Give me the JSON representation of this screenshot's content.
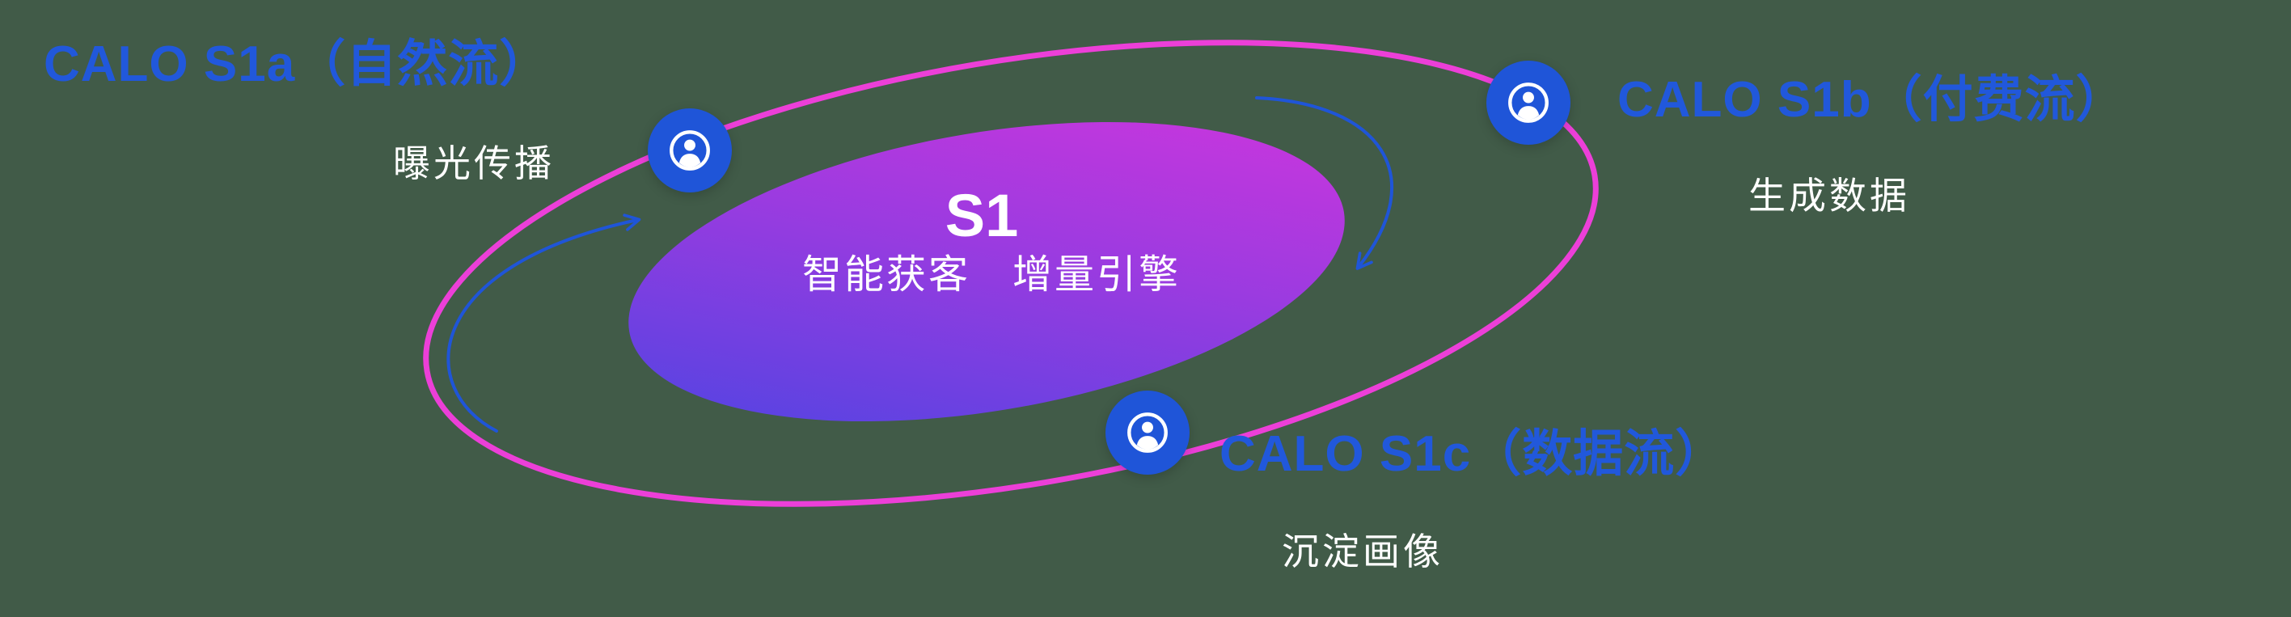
{
  "colors": {
    "background": "#415B48",
    "accent_blue": "#1F55D8",
    "text_blue": "#2158DB",
    "orbit_magenta": "#EC3FD8",
    "gradient_start": "#4845E2",
    "gradient_mid": "#9A3BE0",
    "gradient_end": "#D435DC"
  },
  "center": {
    "title": "S1",
    "subtitle": "智能获客　增量引擎"
  },
  "nodes": [
    {
      "id": "s1a",
      "label": "CALO S1a（自然流）",
      "sublabel": "曝光传播",
      "icon": "user-circle-icon"
    },
    {
      "id": "s1b",
      "label": "CALO S1b（付费流）",
      "sublabel": "生成数据",
      "icon": "user-circle-icon"
    },
    {
      "id": "s1c",
      "label": "CALO S1c（数据流）",
      "sublabel": "沉淀画像",
      "icon": "user-circle-icon"
    }
  ]
}
